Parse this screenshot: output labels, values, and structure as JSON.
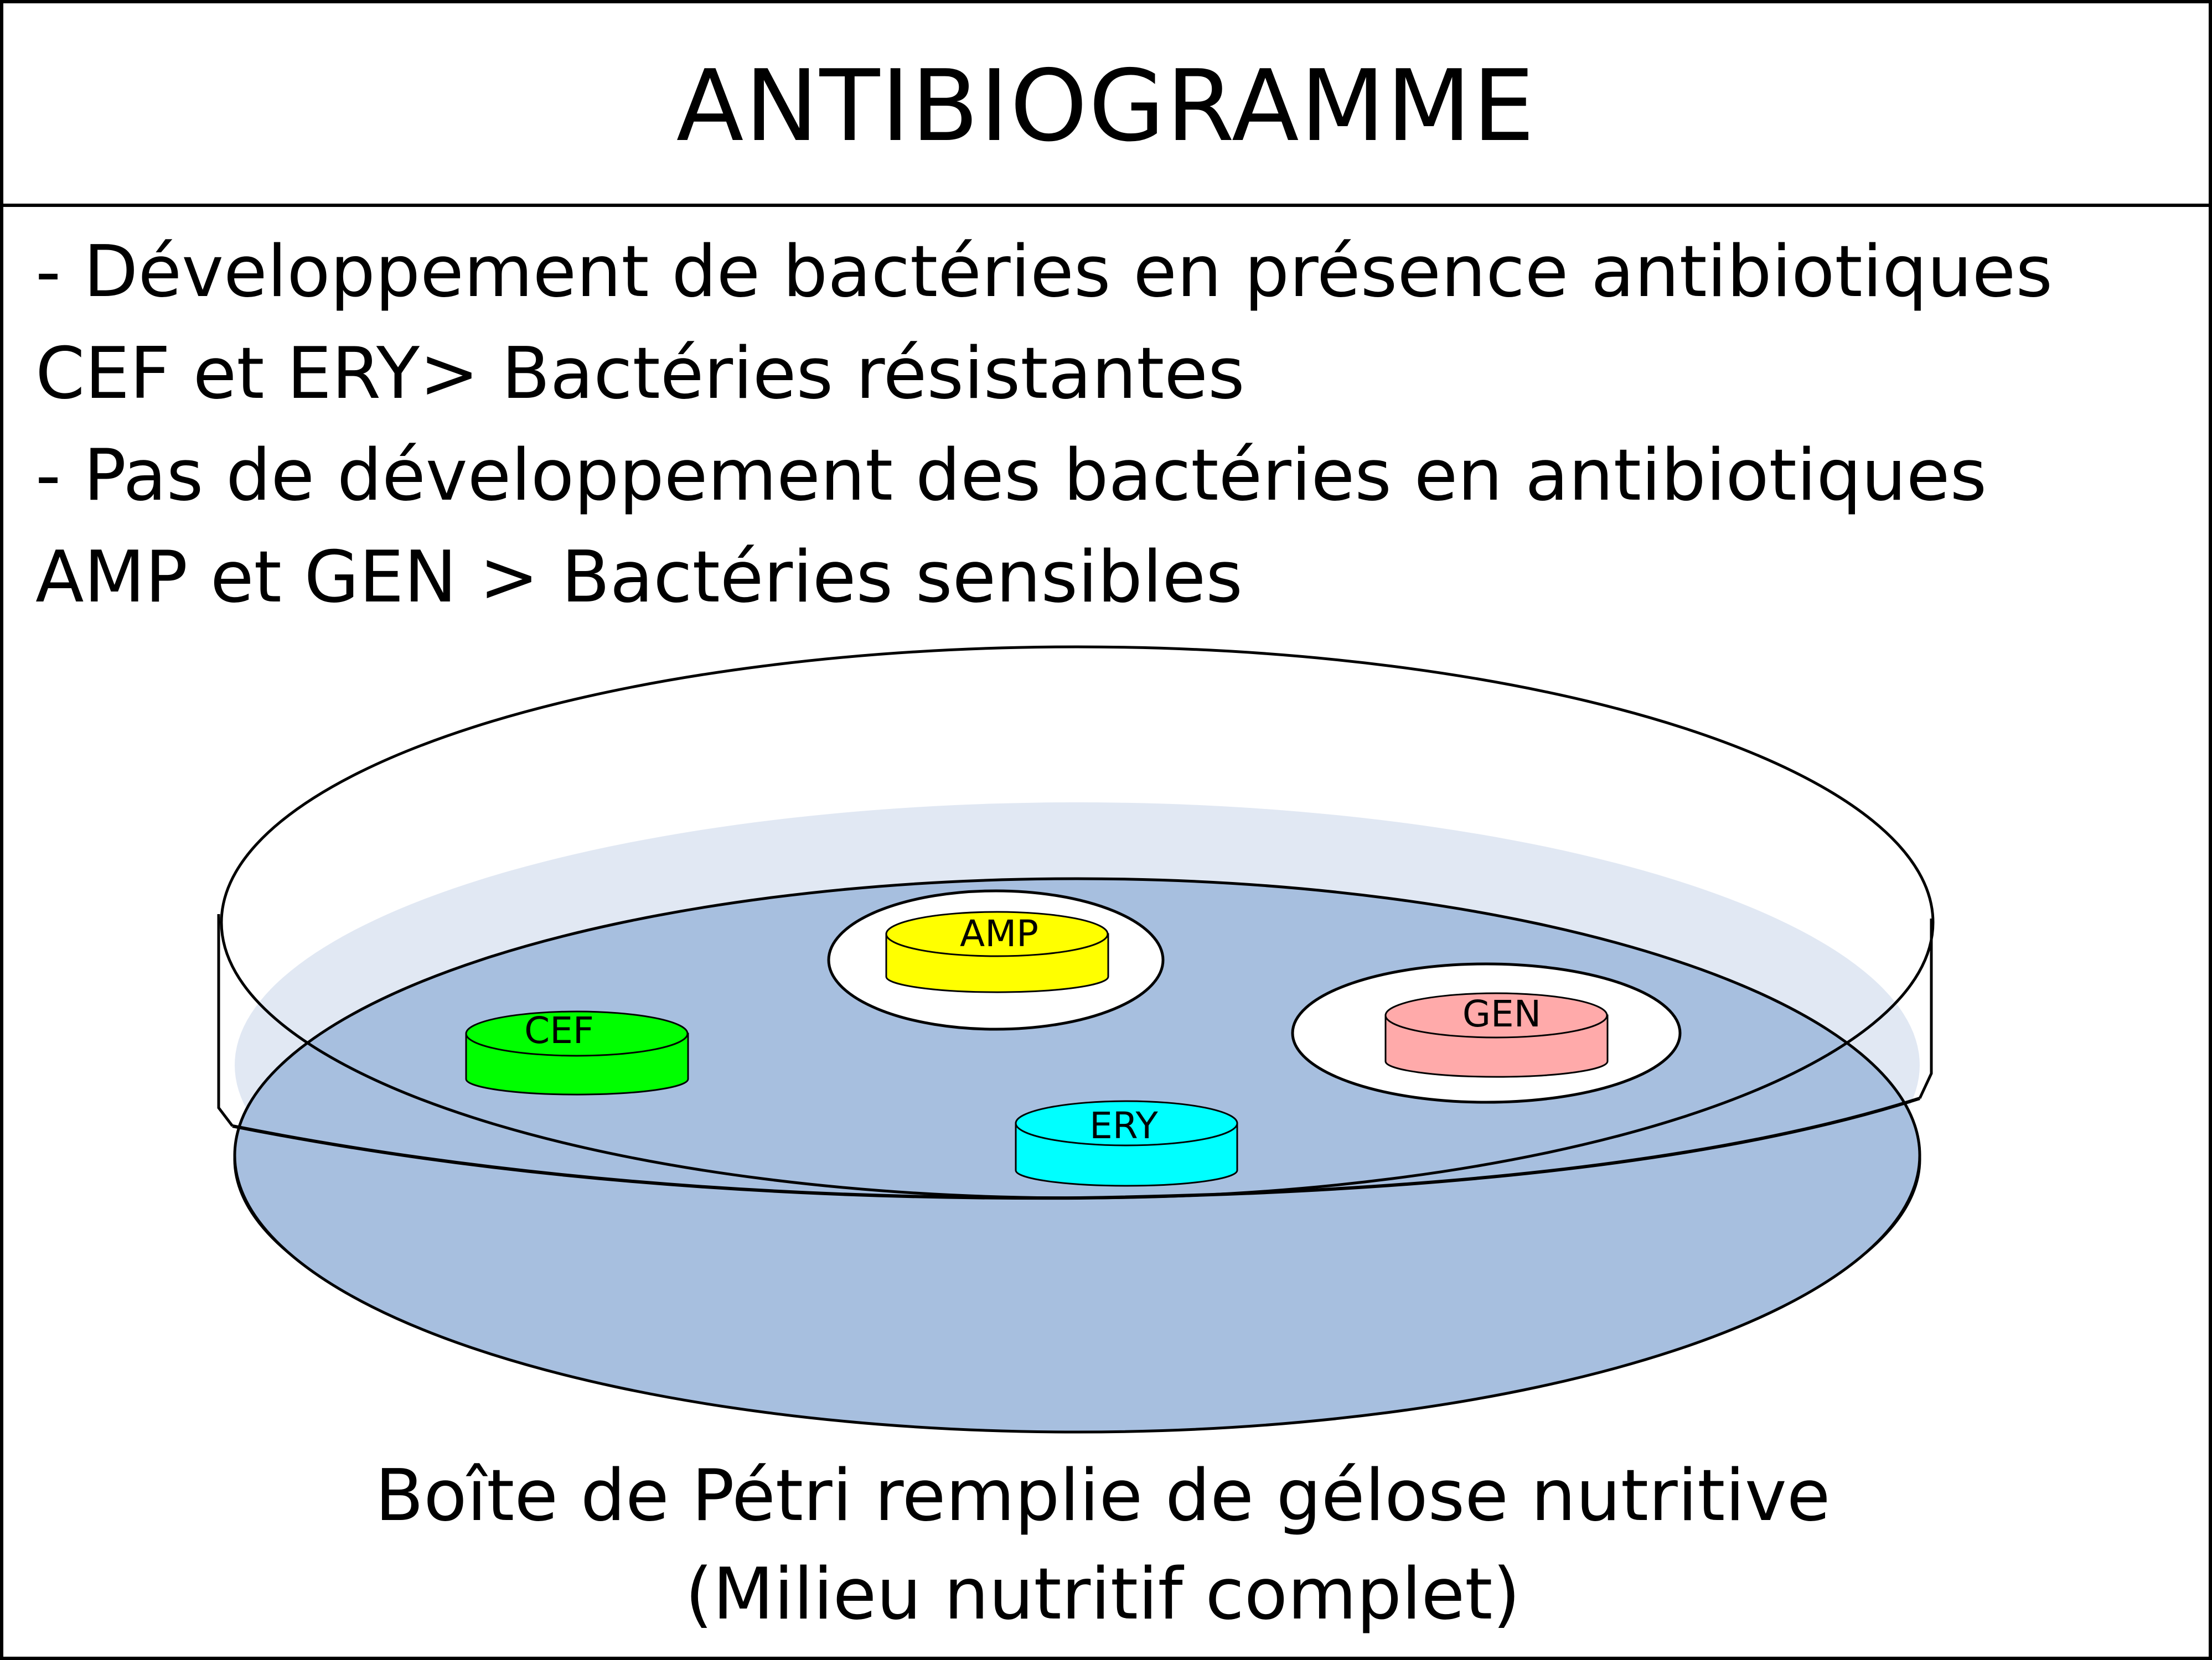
{
  "title": "ANTIBIOGRAMME",
  "notes": [
    "- Développement de bactéries en présence antibiotiques",
    "CEF et ERY> Bactéries résistantes",
    "- Pas de développement des bactéries en antibiotiques",
    "AMP et GEN > Bactéries sensibles"
  ],
  "discs": [
    {
      "label": "CEF",
      "color": "#00ff00",
      "inhibition_zone": false
    },
    {
      "label": "AMP",
      "color": "#ffff00",
      "inhibition_zone": true
    },
    {
      "label": "GEN",
      "color": "#ffaaaa",
      "inhibition_zone": true
    },
    {
      "label": "ERY",
      "color": "#00ffff",
      "inhibition_zone": false
    }
  ],
  "colors": {
    "agar_top": "#a7bfdf",
    "agar_side": "#95b3da",
    "agar_back": "#e1e8f3",
    "lid_stroke": "#000000",
    "zone_fill": "#ffffff"
  },
  "caption": {
    "line1": "Boîte de Pétri remplie de gélose nutritive",
    "line2": "(Milieu nutritif complet)"
  }
}
